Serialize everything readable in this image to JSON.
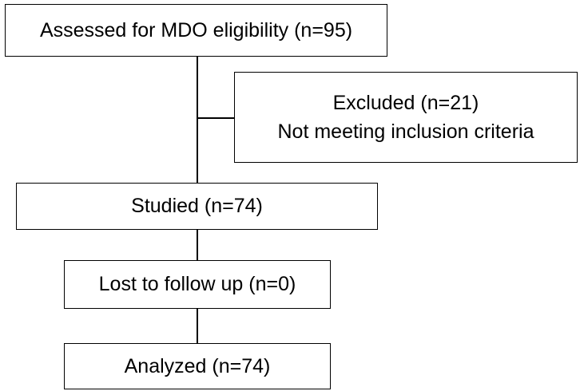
{
  "flowchart": {
    "assessed": "Assessed for MDO eligibility (n=95)",
    "excluded": {
      "title": "Excluded (n=21)",
      "reason": "Not meeting inclusion criteria"
    },
    "studied": "Studied (n=74)",
    "lost": "Lost to follow up (n=0)",
    "analyzed": "Analyzed (n=74)"
  }
}
